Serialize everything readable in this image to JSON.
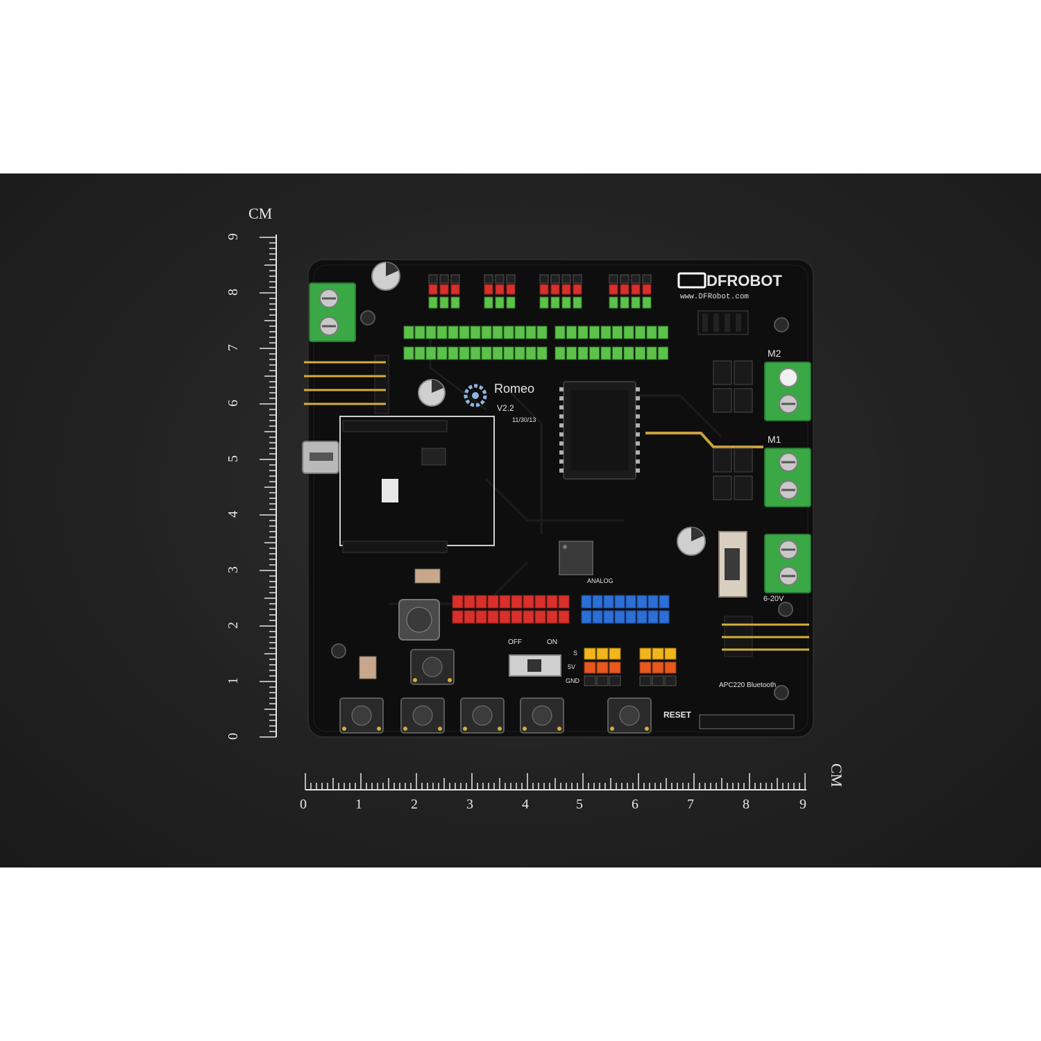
{
  "scene": {
    "ruler_left": {
      "unit": "CM",
      "labels": [
        "0",
        "1",
        "2",
        "3",
        "4",
        "5",
        "6",
        "7",
        "8",
        "9"
      ]
    },
    "ruler_bottom": {
      "unit": "CM",
      "labels": [
        "0",
        "1",
        "2",
        "3",
        "4",
        "5",
        "6",
        "7",
        "8",
        "9"
      ]
    }
  },
  "board": {
    "brand": "DFROBOT",
    "url": "www.DFRobot.com",
    "name": "Romeo",
    "version": "V2.2",
    "date": "11/30/13",
    "labels": {
      "m2": "M2",
      "m1": "M1",
      "power": "6-20V",
      "reset": "RESET",
      "off": "OFF",
      "on": "ON",
      "bluetooth": "APC220 Bluetooth",
      "analog": "ANALOG",
      "gnd": "GND",
      "v5": "5V",
      "s": "S"
    }
  },
  "colors": {
    "background": "#242424",
    "pcb": "#0f0f0f",
    "terminal": "#3aa845",
    "header_green": "#5cc24a",
    "header_red": "#d9302b",
    "header_blue": "#2c6fd6",
    "header_yellow": "#f2b61a",
    "header_orange": "#e8581e"
  }
}
